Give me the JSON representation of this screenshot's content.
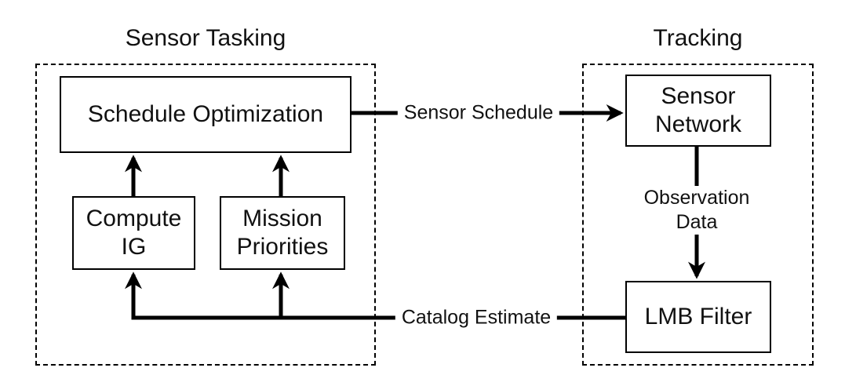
{
  "diagram": {
    "colors": {
      "background": "#ffffff",
      "line": "#000000",
      "box_border": "#000000",
      "box_fill": "#ffffff",
      "text": "#111111"
    },
    "groups": {
      "sensor_tasking": {
        "title": "Sensor Tasking"
      },
      "tracking": {
        "title": "Tracking"
      }
    },
    "nodes": {
      "schedule_optimization": {
        "label": "Schedule Optimization"
      },
      "compute_ig": {
        "line1": "Compute",
        "line2": "IG"
      },
      "mission_priorities": {
        "line1": "Mission",
        "line2": "Priorities"
      },
      "sensor_network": {
        "line1": "Sensor",
        "line2": "Network"
      },
      "lmb_filter": {
        "label": "LMB Filter"
      }
    },
    "edges": {
      "sensor_schedule": {
        "label": "Sensor Schedule"
      },
      "observation_data": {
        "line1": "Observation",
        "line2": "Data"
      },
      "catalog_estimate": {
        "label": "Catalog Estimate"
      }
    }
  }
}
